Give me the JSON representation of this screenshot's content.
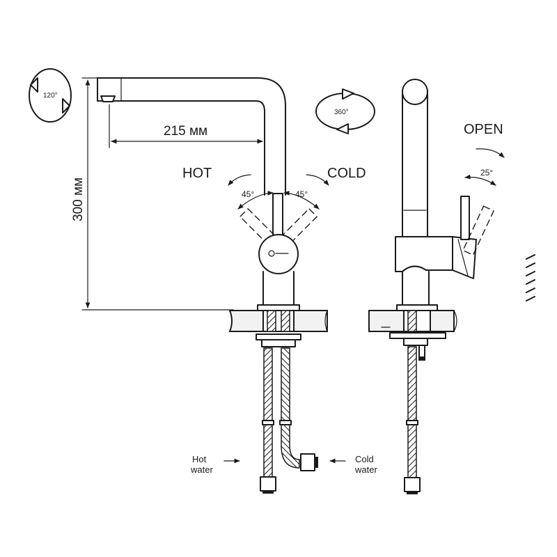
{
  "labels": {
    "width_dim": "215 мм",
    "height_dim": "300 мм",
    "hot": "HOT",
    "cold": "COLD",
    "open": "OPEN",
    "angle_hot": "45°",
    "angle_cold": "45°",
    "angle_open": "25°",
    "swivel_spout": "120°",
    "swivel_body": "360°",
    "hot_water_line1": "Hot",
    "hot_water_line2": "water",
    "cold_water_line1": "Cold",
    "cold_water_line2": "water"
  },
  "colors": {
    "line": "#1a1a1a",
    "background": "#ffffff"
  },
  "icons": {
    "spout_rotation": "rotate-120-icon",
    "body_rotation": "rotate-360-icon"
  }
}
